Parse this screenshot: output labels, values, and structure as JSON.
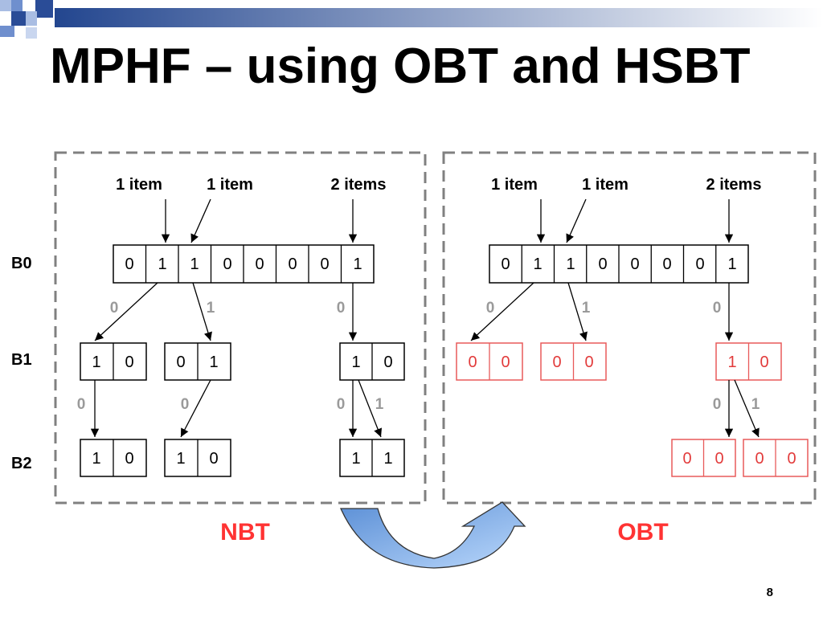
{
  "title": "MPHF – using OBT and HSBT",
  "page_number": "8",
  "row_labels": [
    "B0",
    "B1",
    "B2"
  ],
  "left_panel": {
    "caption": "NBT",
    "item_labels": [
      "1 item",
      "1 item",
      "2 items"
    ],
    "b0": [
      "0",
      "1",
      "1",
      "0",
      "0",
      "0",
      "0",
      "1"
    ],
    "b0_edges": [
      "0",
      "1",
      "0"
    ],
    "b1": [
      [
        "1",
        "0"
      ],
      [
        "0",
        "1"
      ],
      [
        "1",
        "0"
      ]
    ],
    "b1_edges": [
      "0",
      "0",
      "0",
      "1"
    ],
    "b2": [
      [
        "1",
        "0"
      ],
      [
        "1",
        "0"
      ],
      [
        "1",
        "1"
      ]
    ]
  },
  "right_panel": {
    "caption": "OBT",
    "item_labels": [
      "1 item",
      "1 item",
      "2 items"
    ],
    "b0": [
      "0",
      "1",
      "1",
      "0",
      "0",
      "0",
      "0",
      "1"
    ],
    "b0_edges": [
      "0",
      "1",
      "0"
    ],
    "b1": [
      [
        "0",
        "0"
      ],
      [
        "0",
        "0"
      ],
      [
        "1",
        "0"
      ]
    ],
    "b1_edges": [
      "0",
      "1"
    ],
    "b2": [
      [
        "0",
        "0"
      ],
      [
        "0",
        "0"
      ]
    ]
  },
  "colors": {
    "title": "#000000",
    "accent_red": "#ff3333",
    "red_box": "#e85a5a",
    "edge_label": "#9a9a9a",
    "dash_border": "#808080",
    "arrow_fill": "#7fb0e6"
  }
}
